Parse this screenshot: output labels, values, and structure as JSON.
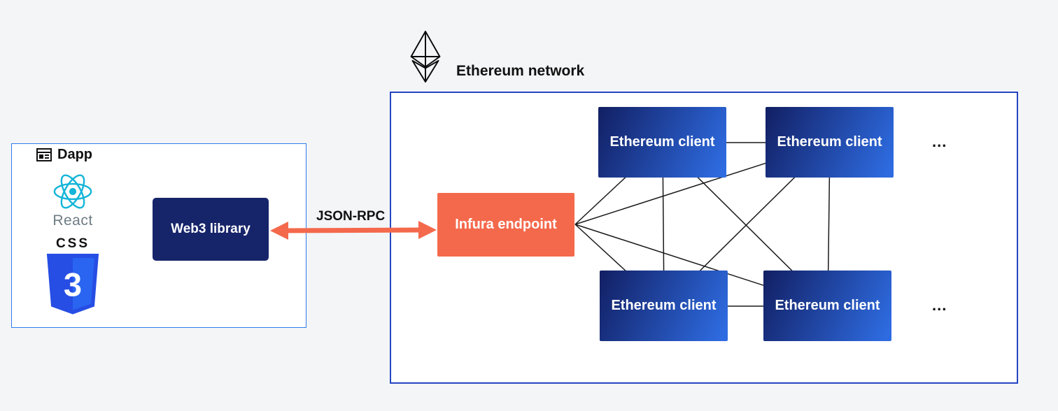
{
  "dapp": {
    "title": "Dapp",
    "react_label": "React",
    "css_label": "CSS",
    "css_digit": "3",
    "web3_label": "Web3 library"
  },
  "connection": {
    "label": "JSON-RPC",
    "arrow_color": "#f4694c"
  },
  "network": {
    "title": "Ethereum network",
    "infura_label": "Infura endpoint",
    "clients": [
      "Ethereum client",
      "Ethereum client",
      "Ethereum client",
      "Ethereum client"
    ],
    "ellipsis_top": "...",
    "ellipsis_bottom": "...",
    "colors": {
      "network_border": "#2446c2",
      "dapp_border": "#2e7de9",
      "client_gradient_start": "#121f63",
      "client_gradient_end": "#2e6be0",
      "infura_bg": "#f4694c",
      "web3_bg": "#16246a"
    }
  }
}
